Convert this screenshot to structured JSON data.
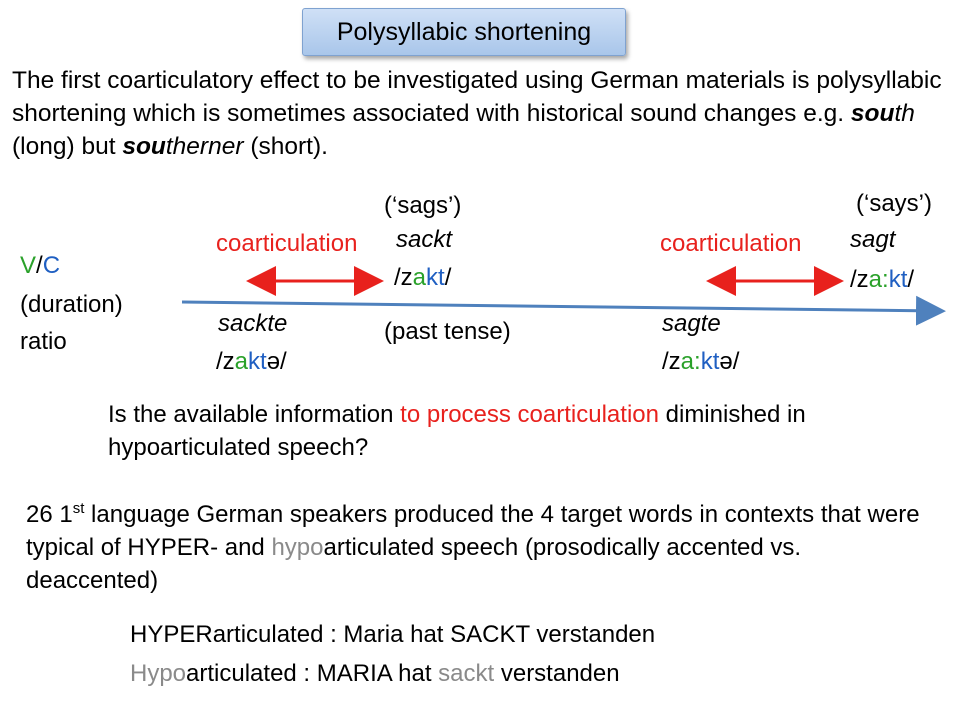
{
  "title": "Polysyllabic shortening",
  "intro": {
    "p1": "The first coarticulatory effect to be investigated using German materials is polysyllabic shortening which is sometimes associated with historical sound changes e.g. ",
    "w1_a": "sou",
    "w1_b": "th",
    "p2": " (long) but ",
    "w2_a": "sou",
    "w2_b": "therner",
    "p3": " (short)."
  },
  "axis": {
    "v": "V",
    "slash": "/",
    "c": "C",
    "line2": "(duration)",
    "line3": "ratio"
  },
  "words": {
    "sags_gloss": "(‘sags’)",
    "sackt": "sackt",
    "sackt_ipa": {
      "open": "/z",
      "v": "a",
      "c": "kt",
      "close": "/"
    },
    "says_gloss": "(‘says’)",
    "sagt": "sagt",
    "sagt_ipa": {
      "open": "/z",
      "v": "a:",
      "c": "kt",
      "close": "/"
    },
    "sackte": "sackte",
    "sackte_ipa": {
      "open": "/z",
      "v": "a",
      "c": "kt",
      "close": "ə/"
    },
    "past_tense": "(past tense)",
    "sagte": "sagte",
    "sagte_ipa": {
      "open": "/z",
      "v": "a:",
      "c": "kt",
      "close": "ə/"
    },
    "coart_left": "coarticulation",
    "coart_right": "coarticulation"
  },
  "question": {
    "a": "Is the available information ",
    "b": "to process coarticulation",
    "c": " diminished in hypoarticulated speech?"
  },
  "speakers": {
    "a": "26 1",
    "sup": "st",
    "b": " language German speakers produced the 4 target words in contexts that were typical of HYPER- and ",
    "hypo": "hypo",
    "c": "articulated speech (prosodically accented vs. deaccented)"
  },
  "examples": {
    "hyper": "HYPERarticulated : Maria hat SACKT verstanden",
    "hypo_pre": "Hypo",
    "hypo_mid": "articulated :  MARIA hat ",
    "hypo_word": "sackt",
    "hypo_post": " verstanden"
  },
  "colors": {
    "vowel": "#2aa12a",
    "consonant": "#1f5fc2",
    "coarticulation": "#e8211d",
    "hypo": "#8a8a8a",
    "axis_line": "#4f81bd",
    "title_bg": "#bcd3ef"
  }
}
